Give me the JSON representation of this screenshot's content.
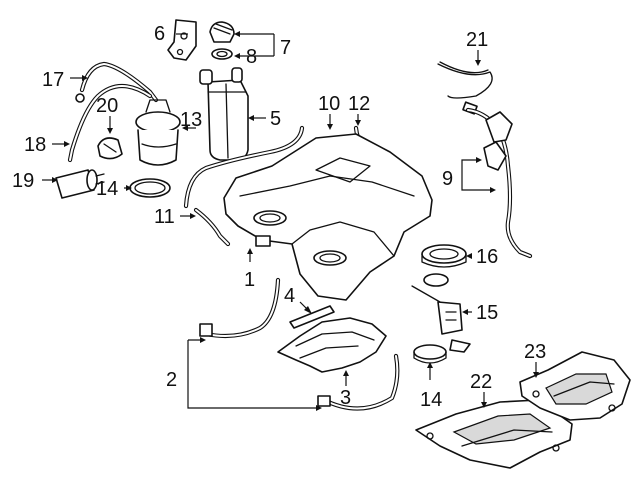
{
  "diagram": {
    "title": "Fuel tank and components exploded view",
    "callouts": {
      "c1": "1",
      "c2": "2",
      "c3": "3",
      "c4": "4",
      "c5": "5",
      "c6": "6",
      "c7": "7",
      "c8": "8",
      "c9": "9",
      "c10": "10",
      "c11": "11",
      "c12": "12",
      "c13": "13",
      "c14a": "14",
      "c14b": "14",
      "c15": "15",
      "c16": "16",
      "c17": "17",
      "c18": "18",
      "c19": "19",
      "c20": "20",
      "c21": "21",
      "c22": "22",
      "c23": "23"
    }
  }
}
